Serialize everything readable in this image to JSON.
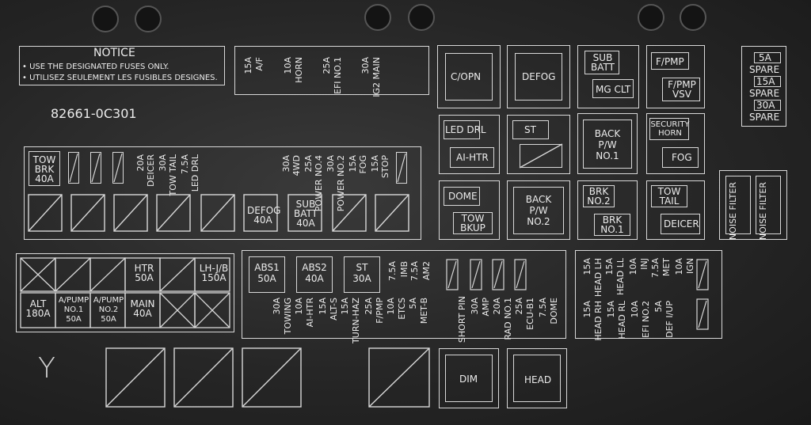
{
  "notice": {
    "title": "NOTICE",
    "line1": "• USE THE DESIGNATED FUSES ONLY.",
    "line2": "• UTILISEZ SEULEMENT LES FUSIBLES DESIGNES."
  },
  "part_number": "82661-0C301",
  "top_fuses": [
    {
      "rating": "15A",
      "name": "A/F"
    },
    {
      "rating": "10A",
      "name": "HORN"
    },
    {
      "rating": "25A",
      "name": "EFI NO.1"
    },
    {
      "rating": "30A",
      "name": "IG2 MAIN"
    }
  ],
  "relays_top": {
    "c_opn": "C/OPN",
    "defog": "DEFOG",
    "sub_batt": "SUB BATT",
    "mg_clt": "MG CLT",
    "f_pmp": "F/PMP",
    "f_pmp_vsv": "F/PMP VSV",
    "led_drl": "LED DRL",
    "ai_htr": "AI-HTR",
    "st": "ST",
    "back_pw_no1": "BACK P/W NO.1",
    "security_horn": "SECURITY HORN",
    "fog": "FOG",
    "dome": "DOME",
    "tow_bkup": "TOW BKUP",
    "back_pw_no2": "BACK P/W NO.2",
    "brk_no2": "BRK NO.2",
    "brk_no1": "BRK NO.1",
    "tow_tail": "TOW TAIL",
    "deicer": "DEICER"
  },
  "spares": [
    {
      "rating": "5A",
      "name": "SPARE"
    },
    {
      "rating": "15A",
      "name": "SPARE"
    },
    {
      "rating": "30A",
      "name": "SPARE"
    }
  ],
  "noise_filters": [
    "NOISE FILTER",
    "NOISE FILTER"
  ],
  "mid_left": {
    "tow_brk": "TOW BRK 40A",
    "vertical_fuses": [
      {
        "rating": "20A",
        "name": "DEICER"
      },
      {
        "rating": "30A",
        "name": "TOW TAIL"
      },
      {
        "rating": "7.5A",
        "name": "LED DRL"
      }
    ],
    "vertical_fuses_right": [
      {
        "rating": "30A",
        "name": "4WD"
      },
      {
        "rating": "25A",
        "name": "POWER NO.4"
      },
      {
        "rating": "30A",
        "name": "POWER NO.2"
      },
      {
        "rating": "15A",
        "name": "FOG"
      },
      {
        "rating": "15A",
        "name": "STOP"
      }
    ],
    "defog_40a": "DEFOG 40A",
    "sub_batt_40a": "SUB BATT 40A"
  },
  "big_fuses": {
    "htr": "HTR 50A",
    "lh_jb": "LH-J/B 150A",
    "alt": "ALT 180A",
    "a_pump_no1": "A/PUMP NO.1 50A",
    "a_pump_no2": "A/PUMP NO.2 50A",
    "main": "MAIN 40A"
  },
  "center_block": {
    "abs1": "ABS1 50A",
    "abs2": "ABS2 40A",
    "st30": "ST 30A",
    "imb": {
      "rating": "7.5A",
      "name": "IMB"
    },
    "am2": {
      "rating": "7.5A",
      "name": "AM2"
    },
    "lower": [
      {
        "rating": "30A",
        "name": "TOWING"
      },
      {
        "rating": "10A",
        "name": "AI-HTR"
      },
      {
        "rating": "15A",
        "name": "ALT-S"
      },
      {
        "rating": "15A",
        "name": "TURN-HAZ"
      },
      {
        "rating": "25A",
        "name": "F/PMP"
      },
      {
        "rating": "10A",
        "name": "ETCS"
      },
      {
        "rating": "5A",
        "name": "MET-B"
      }
    ],
    "short_pin": "SHORT PIN",
    "right": [
      {
        "rating": "30A",
        "name": "AMP"
      },
      {
        "rating": "20A",
        "name": "RAD NO.1"
      },
      {
        "rating": "25A",
        "name": "ECU-B1"
      },
      {
        "rating": "7.5A",
        "name": "DOME"
      }
    ]
  },
  "right_block": {
    "top": [
      {
        "rating": "15A",
        "name": "HEAD LH"
      },
      {
        "rating": "15A",
        "name": "HEAD LL"
      },
      {
        "rating": "10A",
        "name": "INJ"
      },
      {
        "rating": "7.5A",
        "name": "MET"
      },
      {
        "rating": "10A",
        "name": "IGN"
      }
    ],
    "bottom": [
      {
        "rating": "15A",
        "name": "HEAD RH"
      },
      {
        "rating": "15A",
        "name": "HEAD RL"
      },
      {
        "rating": "10A",
        "name": "EFI NO.2"
      },
      {
        "rating": "5A",
        "name": "DEF I/UP"
      }
    ]
  },
  "bottom": {
    "y_mark": "Y",
    "dim": "DIM",
    "head": "HEAD"
  }
}
